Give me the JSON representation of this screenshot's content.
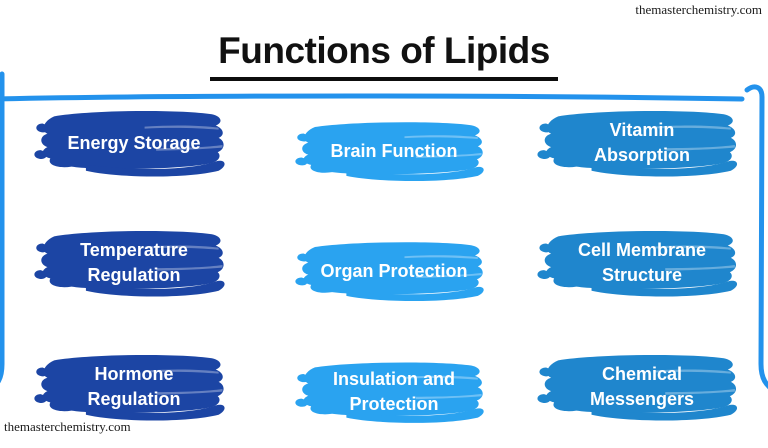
{
  "header": {
    "title": "Functions of Lipids"
  },
  "watermarks": {
    "top_right": "themasterchemistry.com",
    "bottom_left": "themasterchemistry.com"
  },
  "colors": {
    "column_dark_blue": "#1c45a4",
    "column_bright_blue": "#2aa3f0",
    "column_medium_blue": "#1f86cd",
    "border_blue": "#2392ec",
    "label_text": "#ffffff",
    "title_text": "#111111"
  },
  "functions": [
    {
      "id": "energy-storage",
      "column": "dark",
      "lines": [
        "Energy Storage"
      ]
    },
    {
      "id": "brain-function",
      "column": "bright",
      "lines": [
        "Brain Function"
      ]
    },
    {
      "id": "vitamin-absorption",
      "column": "medium",
      "lines": [
        "Vitamin",
        "Absorption"
      ]
    },
    {
      "id": "temperature-regulation",
      "column": "dark",
      "lines": [
        "Temperature",
        "Regulation"
      ]
    },
    {
      "id": "organ-protection",
      "column": "bright",
      "lines": [
        "Organ Protection"
      ]
    },
    {
      "id": "cell-membrane-structure",
      "column": "medium",
      "lines": [
        "Cell Membrane",
        "Structure"
      ]
    },
    {
      "id": "hormone-regulation",
      "column": "dark",
      "lines": [
        "Hormone",
        "Regulation"
      ]
    },
    {
      "id": "insulation-and-protection",
      "column": "bright",
      "lines": [
        "Insulation and",
        "Protection"
      ]
    },
    {
      "id": "chemical-messengers",
      "column": "medium",
      "lines": [
        "Chemical",
        "Messengers"
      ]
    }
  ]
}
